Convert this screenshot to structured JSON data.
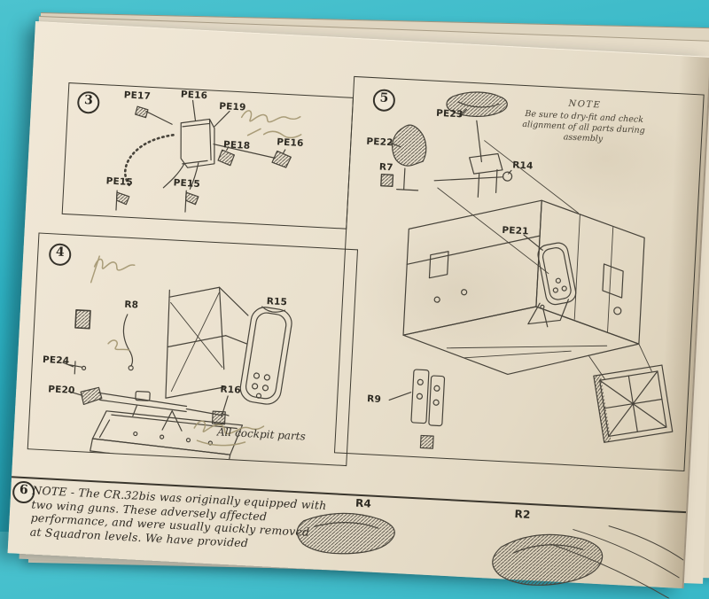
{
  "scene": {
    "background": "#2eb2c3",
    "paper": "#eae1ce",
    "ink": "#3e3b31",
    "pencil": "#a2956f"
  },
  "step3": {
    "number": "3",
    "labels": {
      "pe17": "PE17",
      "pe16_top": "PE16",
      "pe19": "PE19",
      "pe18": "PE18",
      "pe16_right": "PE16",
      "pe15_left": "PE15",
      "pe15_mid": "PE15"
    }
  },
  "step4": {
    "number": "4",
    "labels": {
      "r8": "R8",
      "r15": "R15",
      "pe24": "PE24",
      "pe20": "PE20",
      "r16": "R16"
    },
    "caption": "All cockpit parts"
  },
  "step5": {
    "number": "5",
    "note": {
      "title": "NOTE",
      "line1": "Be sure to dry-fit and check",
      "line2": "alignment of all parts during assembly"
    },
    "labels": {
      "pe23": "PE23",
      "pe22": "PE22",
      "r7": "R7",
      "r14": "R14",
      "pe21": "PE21",
      "r9": "R9"
    }
  },
  "step6": {
    "number": "6",
    "note_lines": [
      "NOTE - The CR.32bis was originally equipped with",
      "two wing guns.  These adversely affected",
      "performance, and were usually quickly removed",
      "at Squadron levels.  We have provided"
    ],
    "labels": {
      "r4": "R4",
      "r2": "R2"
    }
  }
}
